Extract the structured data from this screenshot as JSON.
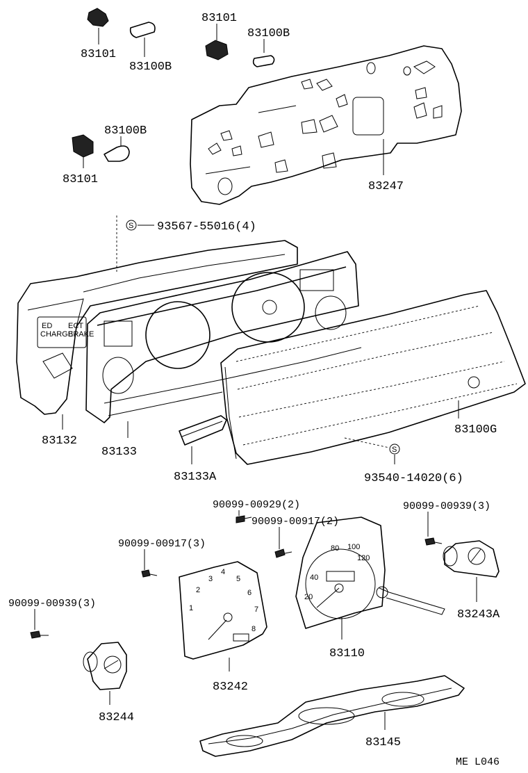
{
  "labels": {
    "p83101_a": "83101",
    "p83100b_a": "83100B",
    "p83101_b": "83101",
    "p83100b_b": "83100B",
    "p83100b_c": "83100B",
    "p83101_c": "83101",
    "p83247": "83247",
    "screw_93567": "93567-55016(4)",
    "p83132": "83132",
    "p83133": "83133",
    "p83133a": "83133A",
    "p83100g": "83100G",
    "screw_93540": "93540-14020(6)",
    "screw_00929": "90099-00929(2)",
    "screw_00917_a": "90099-00917(2)",
    "screw_00939_a": "90099-00939(3)",
    "screw_00917_b": "90099-00917(3)",
    "screw_00939_b": "90099-00939(3)",
    "p83243a": "83243A",
    "p83110": "83110",
    "p83242": "83242",
    "p83244": "83244",
    "p83145": "83145",
    "code": "ME L046"
  }
}
